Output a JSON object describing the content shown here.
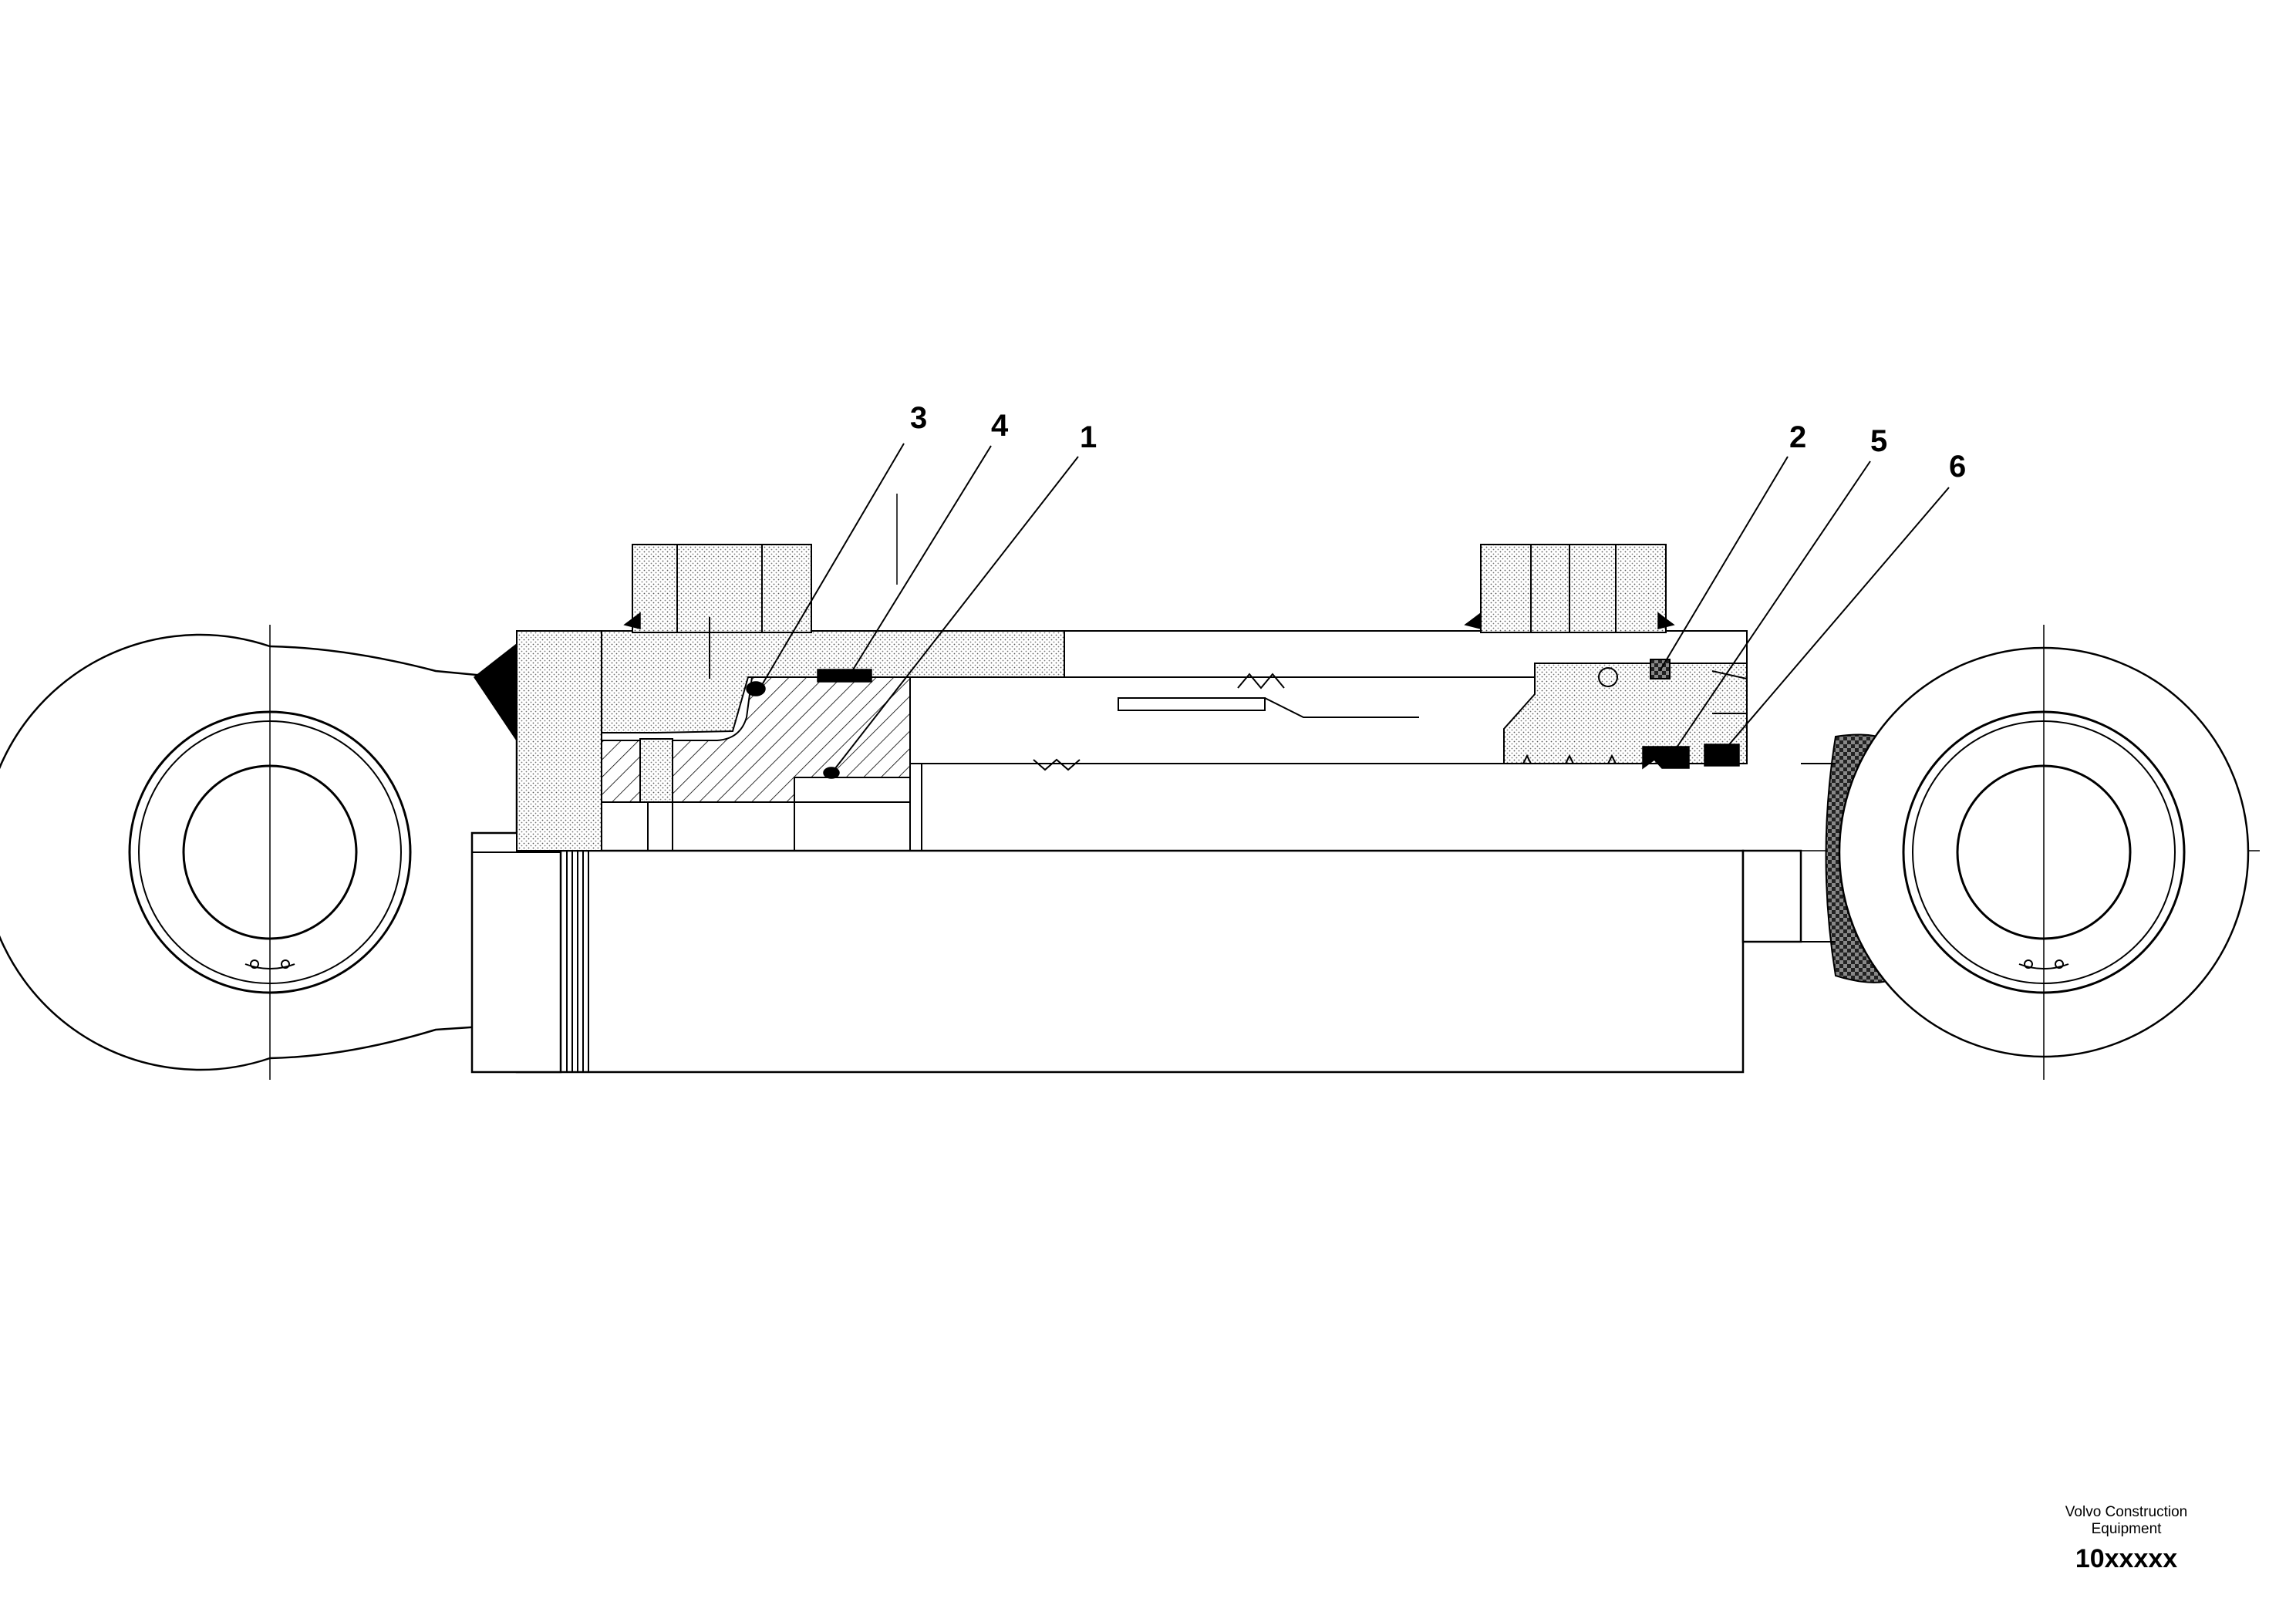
{
  "diagram": {
    "callouts": [
      {
        "id": "c3",
        "label": "3"
      },
      {
        "id": "c4",
        "label": "4"
      },
      {
        "id": "c1",
        "label": "1"
      },
      {
        "id": "c2",
        "label": "2"
      },
      {
        "id": "c5",
        "label": "5"
      },
      {
        "id": "c6",
        "label": "6"
      }
    ]
  },
  "title_block": {
    "company_line1": "Volvo Construction",
    "company_line2": "Equipment",
    "drawing_number": "10xxxxx"
  }
}
